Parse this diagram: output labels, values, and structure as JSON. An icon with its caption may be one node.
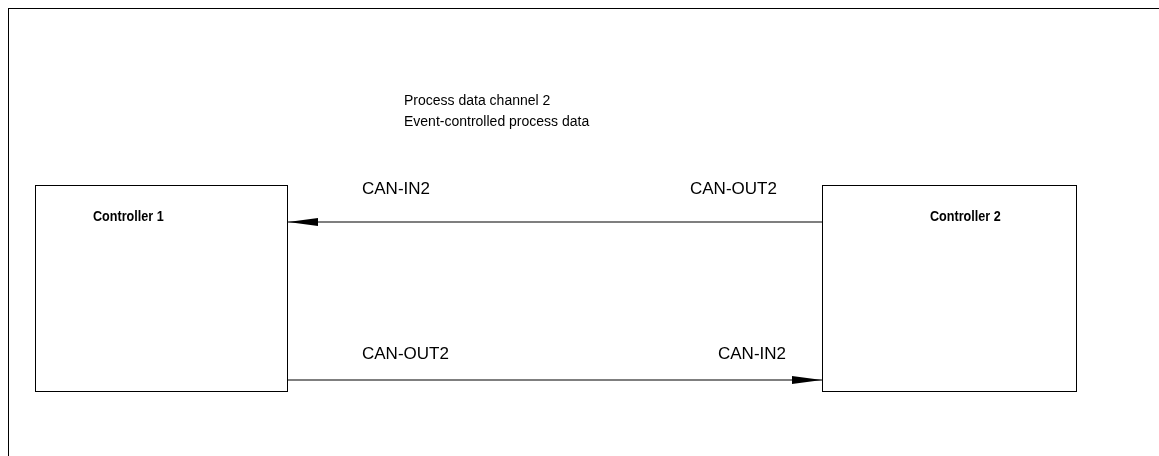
{
  "diagram": {
    "nodes": [
      {
        "text": [
          "Controller 1"
        ]
      },
      {
        "text": [
          "Controller 2"
        ]
      }
    ],
    "edges": [
      {
        "from": 1,
        "to": 0,
        "arrow": "to"
      },
      {
        "from": 0,
        "to": 1,
        "arrow": "to"
      }
    ],
    "labels": [
      "Process data channel 2",
      "Event-controlled process data",
      "CAN-IN2",
      "CAN-OUT2",
      "CAN-OUT2",
      "CAN-IN2"
    ]
  }
}
